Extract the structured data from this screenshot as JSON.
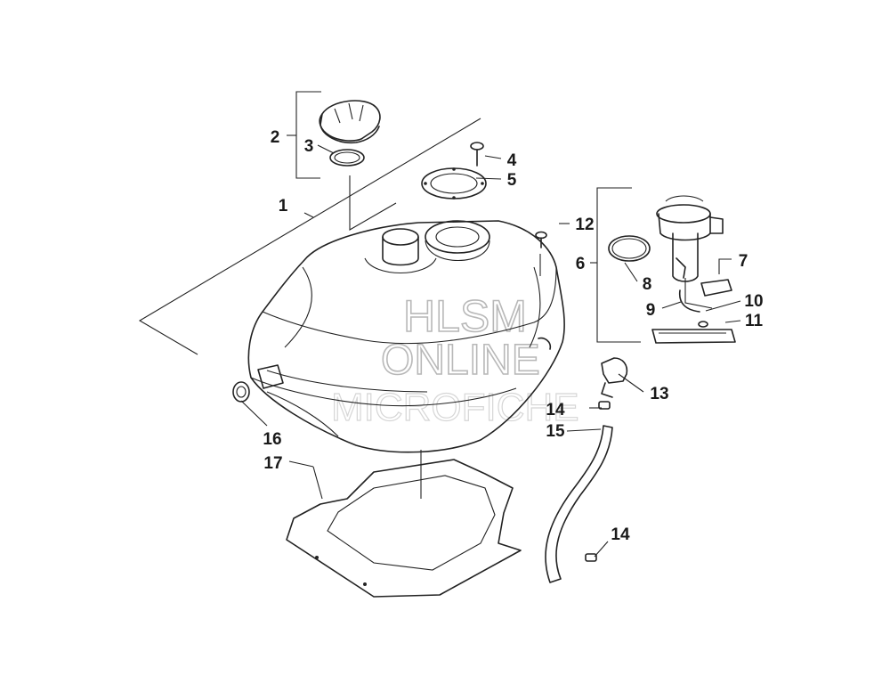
{
  "callouts": [
    {
      "id": "c1",
      "text": "1"
    },
    {
      "id": "c2",
      "text": "2"
    },
    {
      "id": "c3",
      "text": "3"
    },
    {
      "id": "c4",
      "text": "4"
    },
    {
      "id": "c5",
      "text": "5"
    },
    {
      "id": "c6",
      "text": "6"
    },
    {
      "id": "c7",
      "text": "7"
    },
    {
      "id": "c8",
      "text": "8"
    },
    {
      "id": "c9",
      "text": "9"
    },
    {
      "id": "c10",
      "text": "10"
    },
    {
      "id": "c11",
      "text": "11"
    },
    {
      "id": "c12",
      "text": "12"
    },
    {
      "id": "c13",
      "text": "13"
    },
    {
      "id": "c14a",
      "text": "14"
    },
    {
      "id": "c14b",
      "text": "14"
    },
    {
      "id": "c15",
      "text": "15"
    },
    {
      "id": "c16",
      "text": "16"
    },
    {
      "id": "c17",
      "text": "17"
    }
  ],
  "watermark": {
    "line1": "HLSM",
    "line2": "ONLINE",
    "line3": "MICROFICHE"
  }
}
